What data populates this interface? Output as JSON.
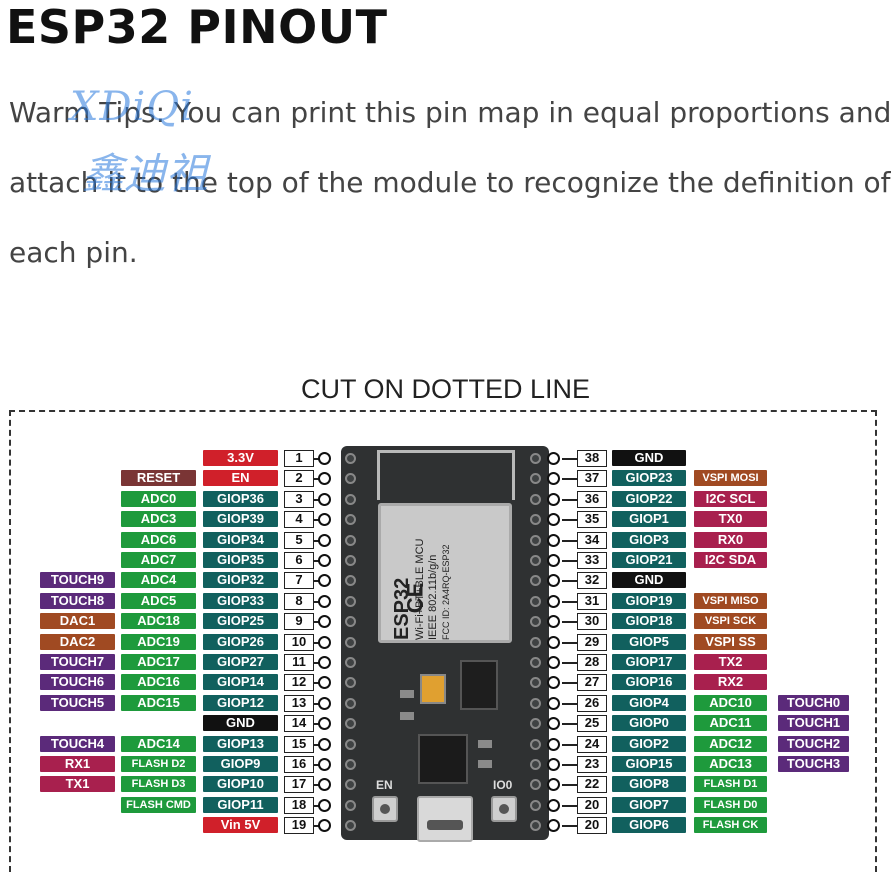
{
  "heading": "ESP32 PINOUT",
  "intro_lines": [
    "Warm Tips: You can print this pin map in equal proportions and",
    "attach it to the top of the module to recognize the definition of",
    "each pin."
  ],
  "watermark": {
    "latin": "XDiQi",
    "chinese": "鑫迪祖"
  },
  "cut_label": "CUT ON DOTTED LINE",
  "module": {
    "chip_brand": "ESP32",
    "chip_lines": [
      "Wi-Fi+BT+BLE MCU",
      "IEEE 802.11b/g/n",
      "FCC ID: 2A4RQ-ESP32"
    ],
    "ce": "CE",
    "en_button": "EN",
    "io0_button": "IO0"
  },
  "colors": {
    "red": "#d0202a",
    "reset": "#7a3535",
    "green": "#1e9a3c",
    "teal": "#11605e",
    "purple": "#5b2a7a",
    "brown": "#a04a22",
    "crimson": "#a8204e",
    "black": "#111111"
  },
  "left_pins": [
    {
      "num": "1",
      "labels": [
        {
          "text": "3.3V",
          "color": "red"
        }
      ]
    },
    {
      "num": "2",
      "labels": [
        {
          "text": "EN",
          "color": "red"
        },
        {
          "text": "RESET",
          "color": "reset"
        }
      ]
    },
    {
      "num": "3",
      "labels": [
        {
          "text": "GIOP36",
          "color": "teal"
        },
        {
          "text": "ADC0",
          "color": "green"
        }
      ]
    },
    {
      "num": "4",
      "labels": [
        {
          "text": "GIOP39",
          "color": "teal"
        },
        {
          "text": "ADC3",
          "color": "green"
        }
      ]
    },
    {
      "num": "5",
      "labels": [
        {
          "text": "GIOP34",
          "color": "teal"
        },
        {
          "text": "ADC6",
          "color": "green"
        }
      ]
    },
    {
      "num": "6",
      "labels": [
        {
          "text": "GIOP35",
          "color": "teal"
        },
        {
          "text": "ADC7",
          "color": "green"
        }
      ]
    },
    {
      "num": "7",
      "labels": [
        {
          "text": "GIOP32",
          "color": "teal"
        },
        {
          "text": "ADC4",
          "color": "green"
        },
        {
          "text": "TOUCH9",
          "color": "purple"
        }
      ]
    },
    {
      "num": "8",
      "labels": [
        {
          "text": "GIOP33",
          "color": "teal"
        },
        {
          "text": "ADC5",
          "color": "green"
        },
        {
          "text": "TOUCH8",
          "color": "purple"
        }
      ]
    },
    {
      "num": "9",
      "labels": [
        {
          "text": "GIOP25",
          "color": "teal"
        },
        {
          "text": "ADC18",
          "color": "green"
        },
        {
          "text": "DAC1",
          "color": "brown"
        }
      ]
    },
    {
      "num": "10",
      "labels": [
        {
          "text": "GIOP26",
          "color": "teal"
        },
        {
          "text": "ADC19",
          "color": "green"
        },
        {
          "text": "DAC2",
          "color": "brown"
        }
      ]
    },
    {
      "num": "11",
      "labels": [
        {
          "text": "GIOP27",
          "color": "teal"
        },
        {
          "text": "ADC17",
          "color": "green"
        },
        {
          "text": "TOUCH7",
          "color": "purple"
        }
      ]
    },
    {
      "num": "12",
      "labels": [
        {
          "text": "GIOP14",
          "color": "teal"
        },
        {
          "text": "ADC16",
          "color": "green"
        },
        {
          "text": "TOUCH6",
          "color": "purple"
        }
      ]
    },
    {
      "num": "13",
      "labels": [
        {
          "text": "GIOP12",
          "color": "teal"
        },
        {
          "text": "ADC15",
          "color": "green"
        },
        {
          "text": "TOUCH5",
          "color": "purple"
        }
      ]
    },
    {
      "num": "14",
      "labels": [
        {
          "text": "GND",
          "color": "black"
        }
      ]
    },
    {
      "num": "15",
      "labels": [
        {
          "text": "GIOP13",
          "color": "teal"
        },
        {
          "text": "ADC14",
          "color": "green"
        },
        {
          "text": "TOUCH4",
          "color": "purple"
        }
      ]
    },
    {
      "num": "16",
      "labels": [
        {
          "text": "GIOP9",
          "color": "teal"
        },
        {
          "text": "FLASH D2",
          "color": "green"
        },
        {
          "text": "RX1",
          "color": "crimson"
        }
      ]
    },
    {
      "num": "17",
      "labels": [
        {
          "text": "GIOP10",
          "color": "teal"
        },
        {
          "text": "FLASH D3",
          "color": "green"
        },
        {
          "text": "TX1",
          "color": "crimson"
        }
      ]
    },
    {
      "num": "18",
      "labels": [
        {
          "text": "GIOP11",
          "color": "teal"
        },
        {
          "text": "FLASH CMD",
          "color": "green"
        }
      ]
    },
    {
      "num": "19",
      "labels": [
        {
          "text": "Vin 5V",
          "color": "red"
        }
      ]
    }
  ],
  "right_pins": [
    {
      "num": "38",
      "labels": [
        {
          "text": "GND",
          "color": "black"
        }
      ]
    },
    {
      "num": "37",
      "labels": [
        {
          "text": "GIOP23",
          "color": "teal"
        },
        {
          "text": "VSPI MOSI",
          "color": "brown"
        }
      ]
    },
    {
      "num": "36",
      "labels": [
        {
          "text": "GIOP22",
          "color": "teal"
        },
        {
          "text": "I2C SCL",
          "color": "crimson"
        }
      ]
    },
    {
      "num": "35",
      "labels": [
        {
          "text": "GIOP1",
          "color": "teal"
        },
        {
          "text": "TX0",
          "color": "crimson"
        }
      ]
    },
    {
      "num": "34",
      "labels": [
        {
          "text": "GIOP3",
          "color": "teal"
        },
        {
          "text": "RX0",
          "color": "crimson"
        }
      ]
    },
    {
      "num": "33",
      "labels": [
        {
          "text": "GIOP21",
          "color": "teal"
        },
        {
          "text": "I2C SDA",
          "color": "crimson"
        }
      ]
    },
    {
      "num": "32",
      "labels": [
        {
          "text": "GND",
          "color": "black"
        }
      ]
    },
    {
      "num": "31",
      "labels": [
        {
          "text": "GIOP19",
          "color": "teal"
        },
        {
          "text": "VSPI MISO",
          "color": "brown"
        }
      ]
    },
    {
      "num": "30",
      "labels": [
        {
          "text": "GIOP18",
          "color": "teal"
        },
        {
          "text": "VSPI SCK",
          "color": "brown"
        }
      ]
    },
    {
      "num": "29",
      "labels": [
        {
          "text": "GIOP5",
          "color": "teal"
        },
        {
          "text": "VSPI SS",
          "color": "brown"
        }
      ]
    },
    {
      "num": "28",
      "labels": [
        {
          "text": "GIOP17",
          "color": "teal"
        },
        {
          "text": "TX2",
          "color": "crimson"
        }
      ]
    },
    {
      "num": "27",
      "labels": [
        {
          "text": "GIOP16",
          "color": "teal"
        },
        {
          "text": "RX2",
          "color": "crimson"
        }
      ]
    },
    {
      "num": "26",
      "labels": [
        {
          "text": "GIOP4",
          "color": "teal"
        },
        {
          "text": "ADC10",
          "color": "green"
        },
        {
          "text": "TOUCH0",
          "color": "purple"
        }
      ]
    },
    {
      "num": "25",
      "labels": [
        {
          "text": "GIOP0",
          "color": "teal"
        },
        {
          "text": "ADC11",
          "color": "green"
        },
        {
          "text": "TOUCH1",
          "color": "purple"
        }
      ]
    },
    {
      "num": "24",
      "labels": [
        {
          "text": "GIOP2",
          "color": "teal"
        },
        {
          "text": "ADC12",
          "color": "green"
        },
        {
          "text": "TOUCH2",
          "color": "purple"
        }
      ]
    },
    {
      "num": "23",
      "labels": [
        {
          "text": "GIOP15",
          "color": "teal"
        },
        {
          "text": "ADC13",
          "color": "green"
        },
        {
          "text": "TOUCH3",
          "color": "purple"
        }
      ]
    },
    {
      "num": "22",
      "labels": [
        {
          "text": "GIOP8",
          "color": "teal"
        },
        {
          "text": "FLASH D1",
          "color": "green"
        }
      ]
    },
    {
      "num": "20",
      "labels": [
        {
          "text": "GIOP7",
          "color": "teal"
        },
        {
          "text": "FLASH D0",
          "color": "green"
        }
      ]
    },
    {
      "num": "20",
      "labels": [
        {
          "text": "GIOP6",
          "color": "teal"
        },
        {
          "text": "FLASH CK",
          "color": "green"
        }
      ]
    }
  ]
}
